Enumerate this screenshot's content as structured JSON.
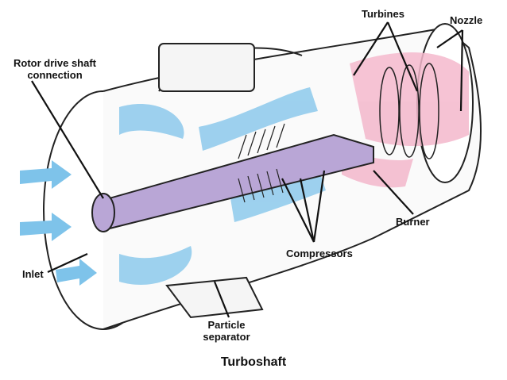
{
  "labels": {
    "rotor_drive_line1": "Rotor drive shaft",
    "rotor_drive_line2": "connection",
    "turbines": "Turbines",
    "nozzle": "Nozzle",
    "burner": "Burner",
    "compressors": "Compressors",
    "inlet": "Inlet",
    "particle_line1": "Particle",
    "particle_line2": "separator"
  },
  "title": "Turboshaft",
  "colors": {
    "airflow": "#7ec3ea",
    "exhaust": "#f4b8cc",
    "shaft": "#b9a6d6",
    "outline": "#222222"
  }
}
